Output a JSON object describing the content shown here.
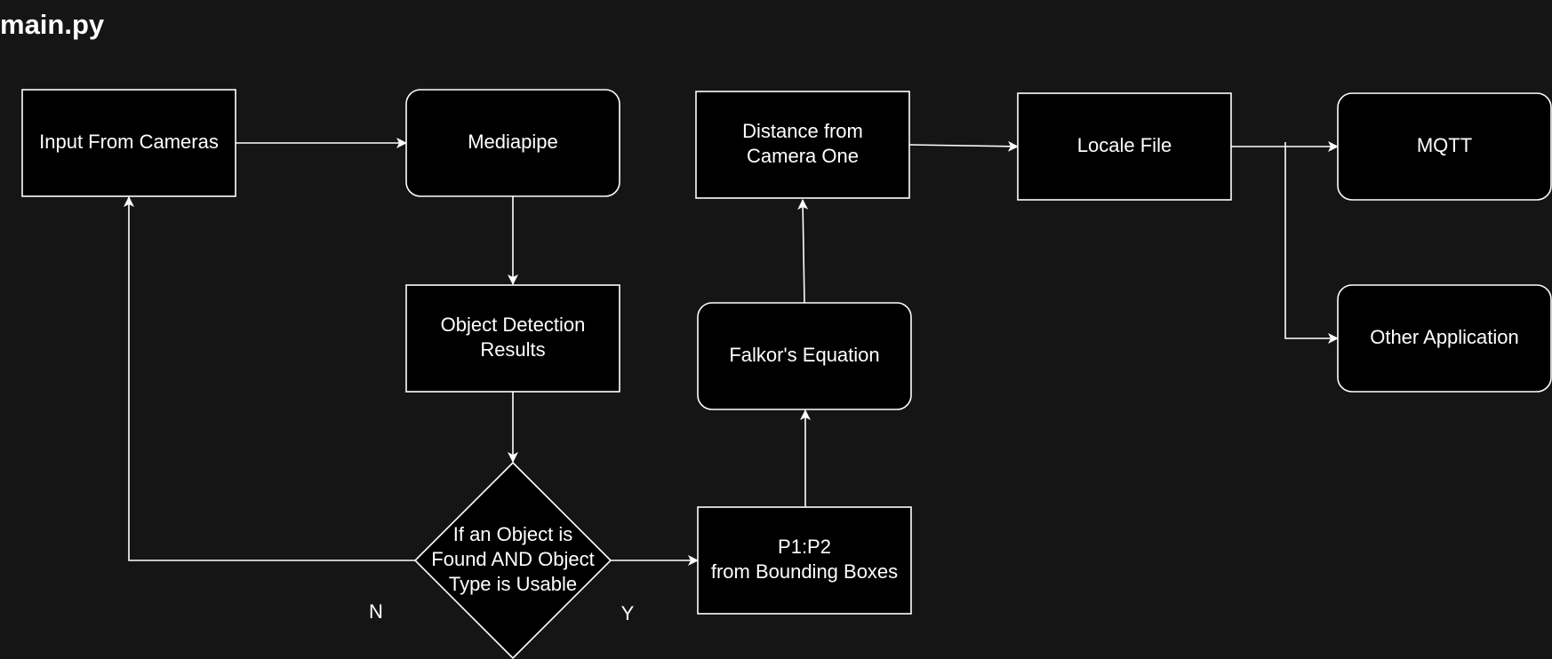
{
  "title": "main.py",
  "nodes": {
    "input_cameras": {
      "lines": [
        "Input From Cameras"
      ]
    },
    "mediapipe": {
      "lines": [
        "Mediapipe"
      ]
    },
    "object_detection": {
      "lines": [
        "Object Detection",
        "Results"
      ]
    },
    "decision": {
      "lines": [
        "If an Object is",
        "Found AND Object",
        "Type is Usable"
      ]
    },
    "p1p2": {
      "lines": [
        "P1:P2",
        "from Bounding Boxes"
      ]
    },
    "falkor": {
      "lines": [
        "Falkor's Equation"
      ]
    },
    "distance": {
      "lines": [
        "Distance from",
        "Camera One"
      ]
    },
    "locale_file": {
      "lines": [
        "Locale File"
      ]
    },
    "mqtt": {
      "lines": [
        "MQTT"
      ]
    },
    "other_app": {
      "lines": [
        "Other Application"
      ]
    }
  },
  "edge_labels": {
    "no": "N",
    "yes": "Y"
  },
  "colors": {
    "background": "#151515",
    "node_fill": "#000000",
    "stroke": "#ffffff",
    "text": "#ffffff"
  }
}
